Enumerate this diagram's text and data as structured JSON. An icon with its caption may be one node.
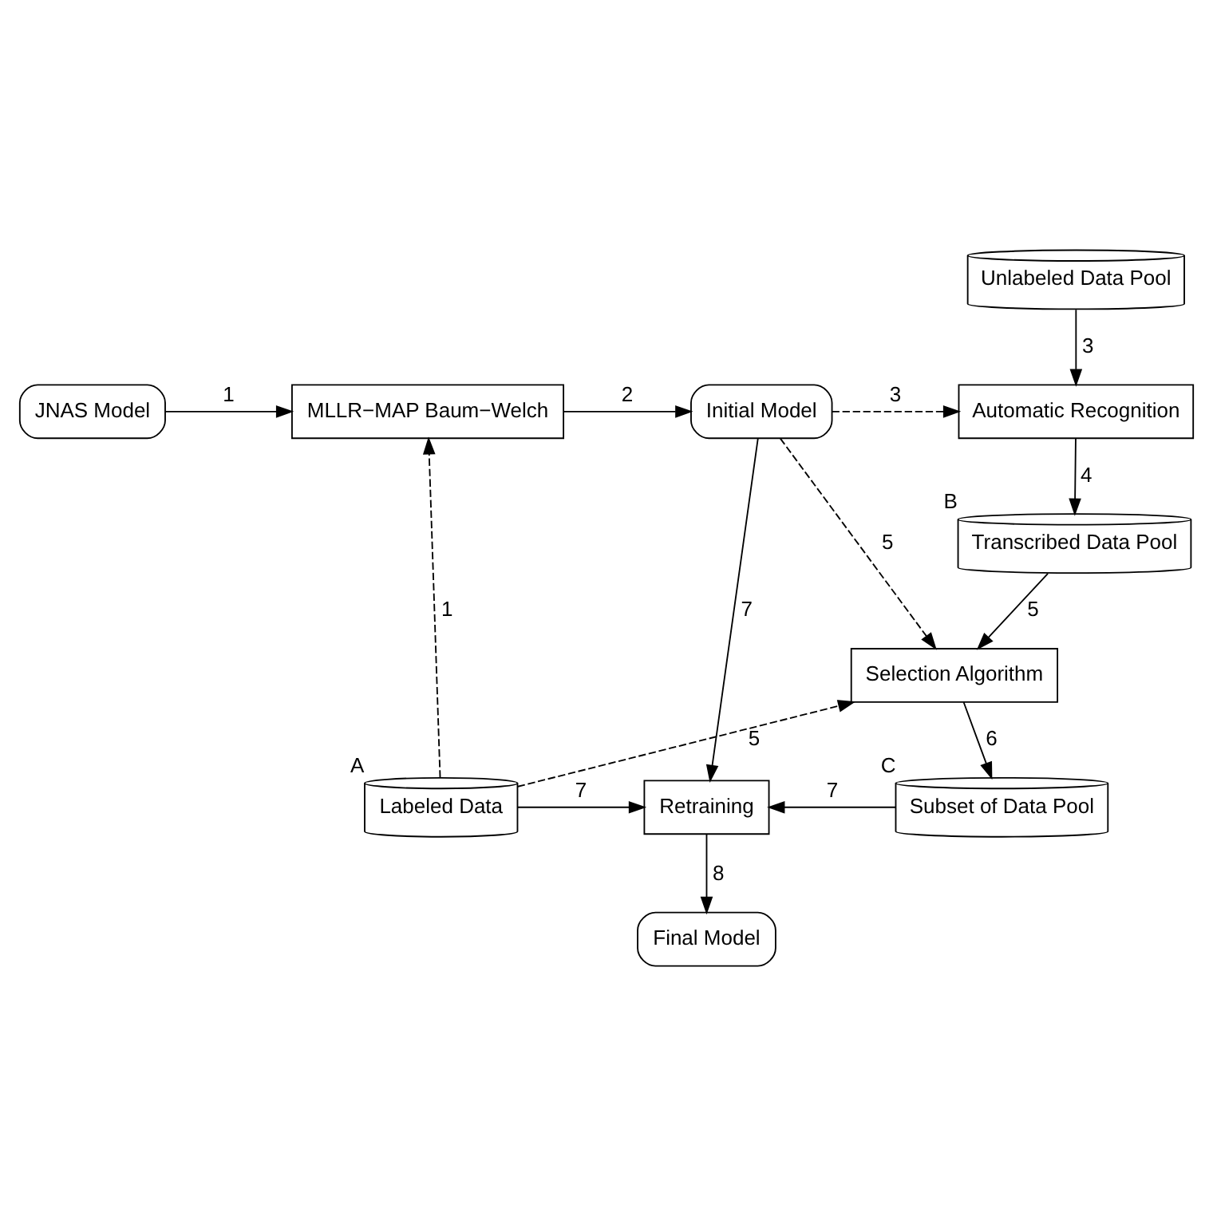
{
  "diagram": {
    "nodes": [
      {
        "text": [
          "JNAS Model"
        ]
      },
      {
        "text": [
          "MLLR−MAP Baum−Welch"
        ]
      },
      {
        "text": [
          "Initial Model"
        ]
      },
      {
        "text": [
          "Unlabeled Data Pool"
        ]
      },
      {
        "text": [
          "Automatic Recognition"
        ]
      },
      {
        "text": [
          "Transcribed Data Pool"
        ],
        "beside": [
          "B"
        ]
      },
      {
        "text": [
          "Selection Algorithm"
        ]
      },
      {
        "text": [
          "Labeled Data"
        ],
        "beside": [
          "A"
        ]
      },
      {
        "text": [
          "Retraining"
        ]
      },
      {
        "text": [
          "Subset of Data Pool"
        ],
        "beside": [
          "C"
        ]
      },
      {
        "text": [
          "Final Model"
        ]
      }
    ],
    "edges": [
      {
        "from": 0,
        "to": 1,
        "arrow": "to",
        "label": "1"
      },
      {
        "from": 7,
        "to": 1,
        "arrow": "to",
        "label": "1",
        "style": "dashed"
      },
      {
        "from": 1,
        "to": 2,
        "arrow": "to",
        "label": "2"
      },
      {
        "from": 2,
        "to": 4,
        "arrow": "to",
        "label": "3",
        "style": "dashed"
      },
      {
        "from": 3,
        "to": 4,
        "arrow": "to",
        "label": "3"
      },
      {
        "from": 4,
        "to": 5,
        "arrow": "to",
        "label": "4"
      },
      {
        "from": 5,
        "to": 6,
        "arrow": "to",
        "label": "5"
      },
      {
        "from": 2,
        "to": 6,
        "arrow": "to",
        "label": "5",
        "style": "dashed"
      },
      {
        "from": 7,
        "to": 6,
        "arrow": "to",
        "label": "5",
        "style": "dashed"
      },
      {
        "from": 6,
        "to": 9,
        "arrow": "to",
        "label": "6"
      },
      {
        "from": 2,
        "to": 8,
        "arrow": "to",
        "label": "7"
      },
      {
        "from": 7,
        "to": 8,
        "arrow": "to",
        "label": "7"
      },
      {
        "from": 9,
        "to": 8,
        "arrow": "to",
        "label": "7"
      },
      {
        "from": 8,
        "to": 10,
        "arrow": "to",
        "label": "8"
      }
    ]
  }
}
